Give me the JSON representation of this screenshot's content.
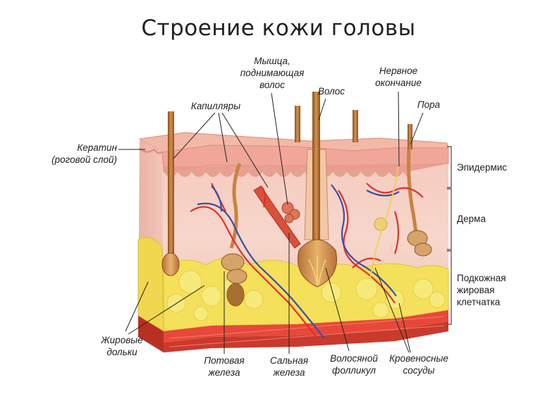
{
  "title": "Строение кожи головы",
  "labels": {
    "keratin": "Кератин\n(роговой слой)",
    "capillaries": "Капилляры",
    "muscle": "Мышца,\nподнимающая\nволос",
    "hair": "Волос",
    "nerve": "Нервное\nокончание",
    "pore": "Пора",
    "fat_lobules": "Жировые\nдольки",
    "sweat_gland": "Потовая\nжелеза",
    "sebaceous_gland": "Сальная\nжелеза",
    "hair_follicle": "Волосяной\nфолликул",
    "blood_vessels": "Кровеносные\nсосуды"
  },
  "layers": {
    "epidermis": "Эпидермис",
    "dermis": "Дерма",
    "subcutaneous": "Подкожная\nжировая\nклетчатка"
  },
  "colors": {
    "epidermis": "#f3b7a8",
    "dermis": "#f9d8cc",
    "fat": "#f4e05a",
    "muscle_base": "#d9503a",
    "artery": "#e0302a",
    "vein": "#3a4fa8",
    "hair": "#c0782e"
  }
}
